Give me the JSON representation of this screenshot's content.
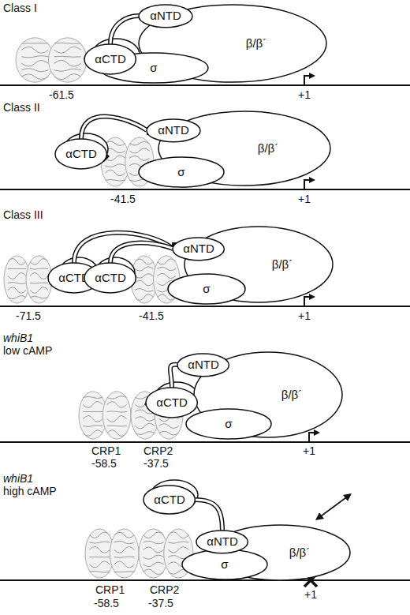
{
  "diagram": {
    "nodes": [
      {
        "text": [
          "αNTD"
        ]
      },
      {
        "text": [
          "αCTD"
        ]
      },
      {
        "text": [
          "β/β´"
        ]
      },
      {
        "text": [
          "σ"
        ]
      },
      {
        "text": [
          "αNTD"
        ]
      },
      {
        "text": [
          "αCTD"
        ]
      },
      {
        "text": [
          "β/β´"
        ]
      },
      {
        "text": [
          "σ"
        ]
      },
      {
        "text": [
          "αNTD"
        ]
      },
      {
        "text": [
          "αCTD"
        ]
      },
      {
        "text": [
          "αCTD"
        ]
      },
      {
        "text": [
          "β/β´"
        ]
      },
      {
        "text": [
          "σ"
        ]
      },
      {
        "text": [
          "αNTD"
        ]
      },
      {
        "text": [
          "αCTD"
        ]
      },
      {
        "text": [
          "β/β´"
        ]
      },
      {
        "text": [
          "σ"
        ]
      },
      {
        "text": [
          "αCTD"
        ]
      },
      {
        "text": [
          "αNTD"
        ]
      },
      {
        "text": [
          "β/β´"
        ]
      },
      {
        "text": [
          "σ"
        ]
      }
    ],
    "edges": [
      {
        "from": 1,
        "to": 0,
        "arrow": "none"
      },
      {
        "from": 5,
        "to": 4,
        "arrow": "none"
      },
      {
        "from": 9,
        "to": 8,
        "arrow": "none"
      },
      {
        "from": 10,
        "to": 8,
        "arrow": "none"
      },
      {
        "from": 14,
        "to": 13,
        "arrow": "none"
      },
      {
        "from": 17,
        "to": 18,
        "arrow": "none"
      }
    ],
    "labels": [
      "Class I",
      "-61.5",
      "+1",
      "Class II",
      "-41.5",
      "+1",
      "Class III",
      "-71.5",
      "-41.5",
      "+1",
      "whiB1",
      "low cAMP",
      "CRP1",
      "-58.5",
      "CRP2",
      "-37.5",
      "+1",
      "whiB1",
      "high cAMP",
      "CRP1",
      "-58.5",
      "CRP2",
      "-37.5",
      "+1"
    ]
  }
}
